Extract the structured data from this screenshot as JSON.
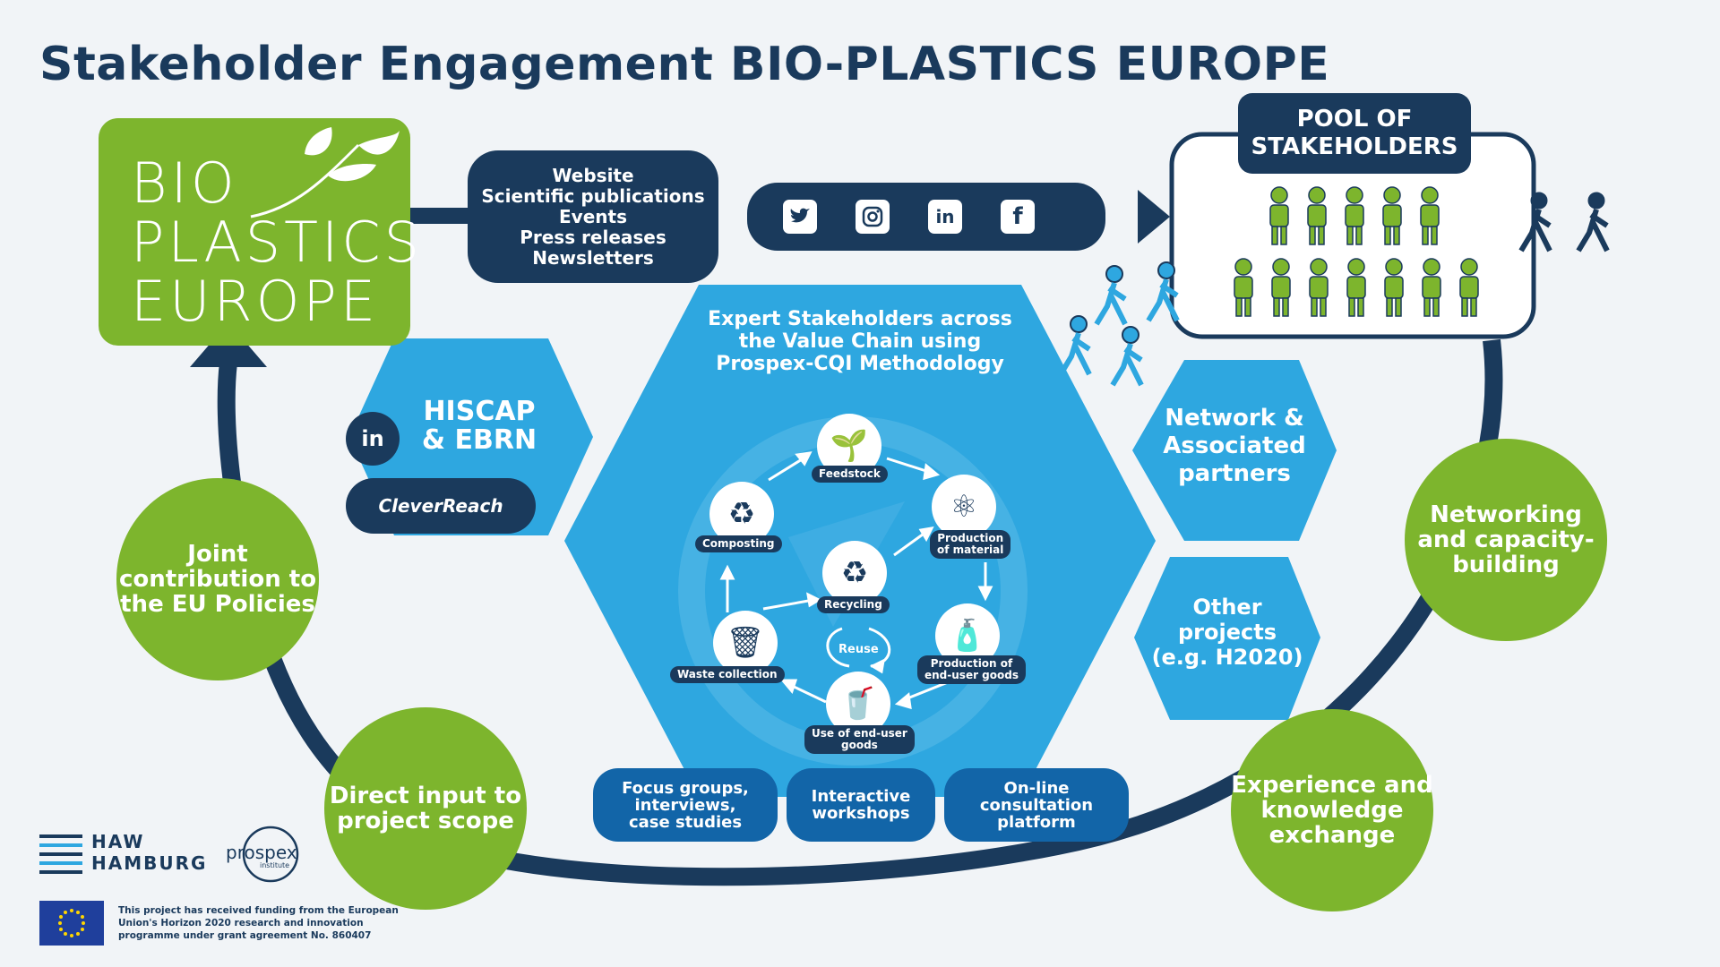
{
  "title": "Stakeholder Engagement BIO-PLASTICS EUROPE",
  "logo": {
    "line1": "BIO",
    "line2": "PLASTICS",
    "line3": "EUROPE"
  },
  "channels": [
    "Website",
    "Scientific publications",
    "Events",
    "Press releases",
    "Newsletters"
  ],
  "social_icons": [
    "twitter-icon",
    "instagram-icon",
    "linkedin-icon",
    "facebook-icon"
  ],
  "pool": {
    "line1": "POOL OF",
    "line2": "STAKEHOLDERS"
  },
  "hiscap": {
    "line1": "HISCAP",
    "line2": "& EBRN",
    "cleverreach": "CleverReach"
  },
  "expert": {
    "line1": "Expert Stakeholders across",
    "line2": "the Value Chain using",
    "line3": "Prospex-CQI Methodology"
  },
  "cycle": {
    "feedstock": "Feedstock",
    "production_material_1": "Production",
    "production_material_2": "of material",
    "production_goods_1": "Production of",
    "production_goods_2": "end-user goods",
    "use_1": "Use of end-user",
    "use_2": "goods",
    "waste": "Waste collection",
    "composting": "Composting",
    "recycling": "Recycling",
    "reuse": "Reuse"
  },
  "methods": [
    {
      "l1": "Focus groups,",
      "l2": "interviews,",
      "l3": "case studies"
    },
    {
      "l1": "Interactive",
      "l2": "workshops",
      "l3": ""
    },
    {
      "l1": "On-line",
      "l2": "consultation",
      "l3": "platform"
    }
  ],
  "network": {
    "l1": "Network &",
    "l2": "Associated",
    "l3": "partners"
  },
  "other": {
    "l1": "Other",
    "l2": "projects",
    "l3": "(e.g. H2020)"
  },
  "circles": {
    "networking": {
      "l1": "Networking",
      "l2": "and capacity-",
      "l3": "building"
    },
    "experience": {
      "l1": "Experience and",
      "l2": "knowledge",
      "l3": "exchange"
    },
    "direct": {
      "l1": "Direct input to",
      "l2": "project scope"
    },
    "joint": {
      "l1": "Joint",
      "l2": "contribution to",
      "l3": "the EU Policies"
    }
  },
  "haw": {
    "l1": "HAW",
    "l2": "HAMBURG"
  },
  "prospex": {
    "name": "prospex",
    "sub": "institute"
  },
  "funding": {
    "l1": "This project has received funding from the European",
    "l2": "Union's Horizon 2020 research and innovation",
    "l3": "programme under grant agreement No. 860407"
  },
  "colors": {
    "navy": "#1a3a5c",
    "green": "#7db52d",
    "blue": "#2ea7e0",
    "mid_blue": "#1265a8"
  }
}
